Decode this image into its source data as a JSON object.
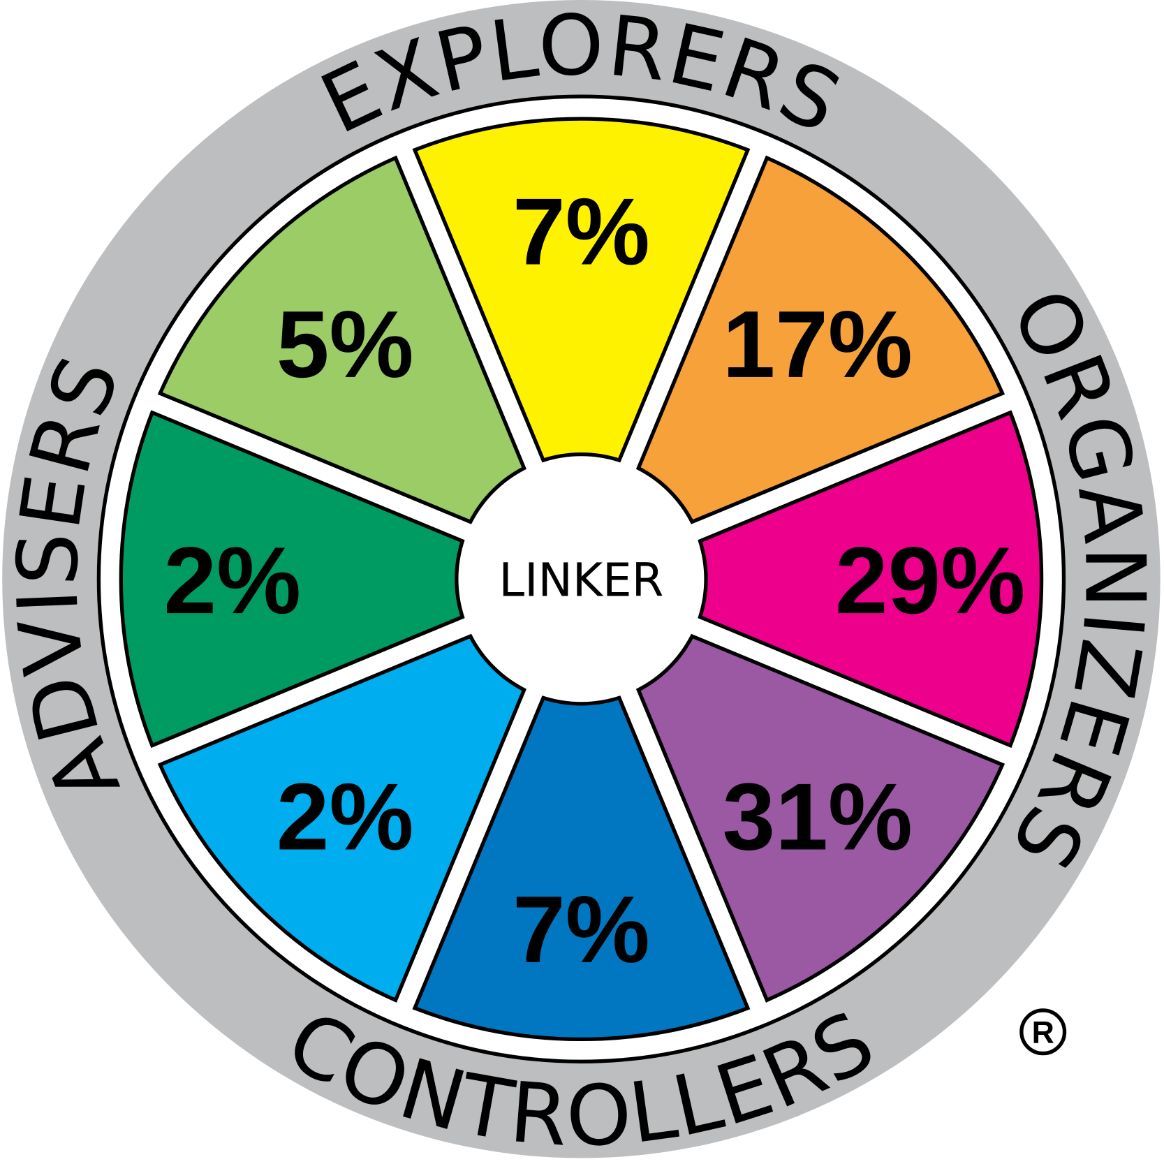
{
  "chart_data": {
    "type": "pie",
    "title": "",
    "center_label": "LINKER",
    "categories": [
      "Explorers (top)",
      "Organizers (upper)",
      "Organizers (lower)",
      "Controllers (right)",
      "Controllers (bottom)",
      "Controllers/Advisers",
      "Advisers (lower)",
      "Advisers/Explorers"
    ],
    "segments": [
      {
        "label": "7%",
        "value": 7,
        "color": "#FFF200"
      },
      {
        "label": "17%",
        "value": 17,
        "color": "#F7A13B"
      },
      {
        "label": "29%",
        "value": 29,
        "color": "#EC008C"
      },
      {
        "label": "31%",
        "value": 31,
        "color": "#9B59A4"
      },
      {
        "label": "7%",
        "value": 7,
        "color": "#0077C0"
      },
      {
        "label": "2%",
        "value": 2,
        "color": "#00AEEF"
      },
      {
        "label": "2%",
        "value": 2,
        "color": "#009A63"
      },
      {
        "label": "5%",
        "value": 5,
        "color": "#9CCC65"
      }
    ],
    "ring_labels": [
      "EXPLORERS",
      "ORGANIZERS",
      "CONTROLLERS",
      "ADVISERS"
    ],
    "registered_mark": "R",
    "ring_color": "#BCBEC0"
  }
}
